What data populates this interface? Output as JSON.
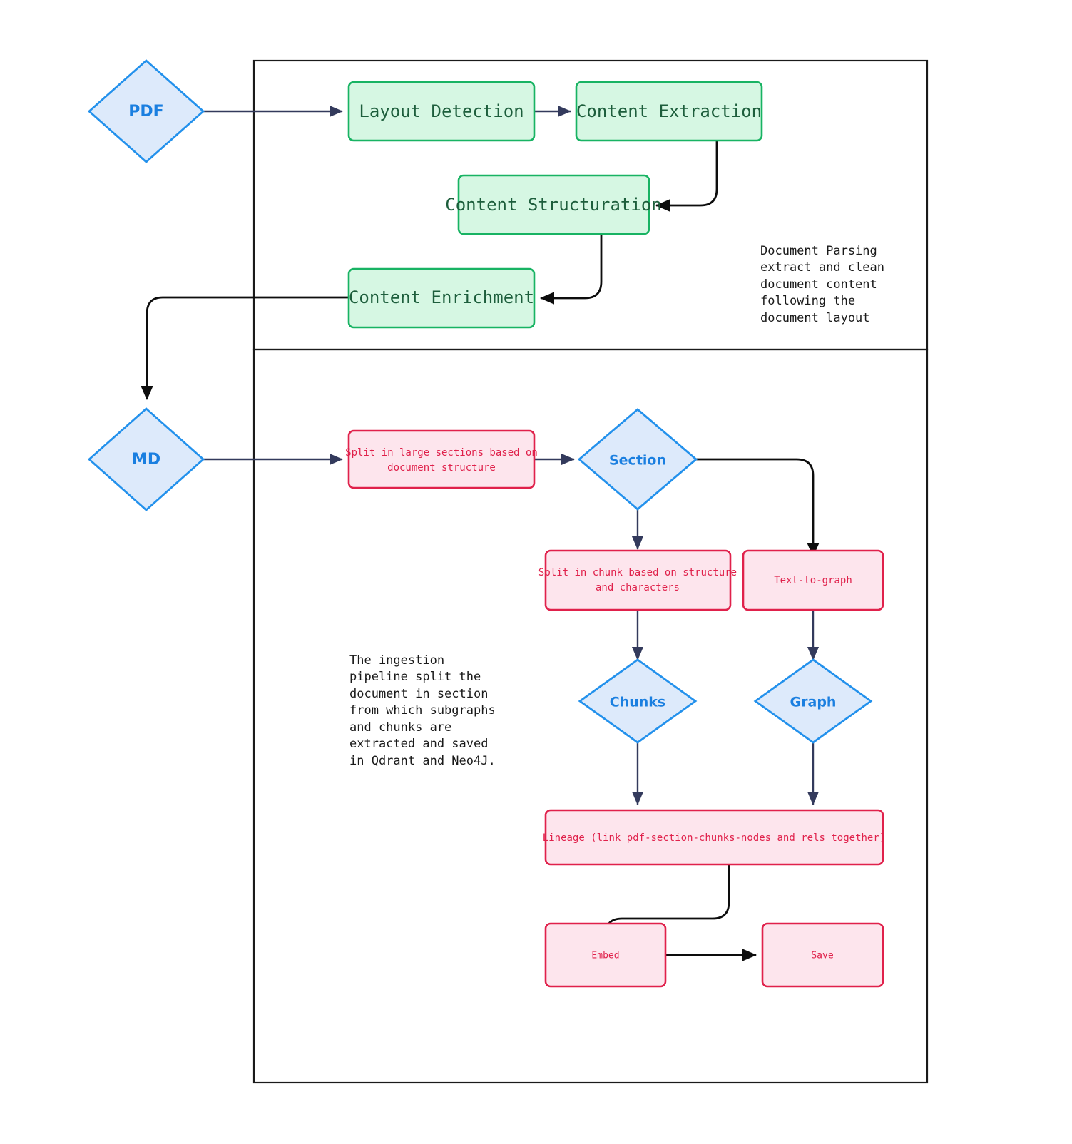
{
  "diagram": {
    "title": "Document ingestion pipeline flowchart",
    "colors": {
      "green_fill": "#d6f7e3",
      "green_stroke": "#18b363",
      "green_text": "#1d5e3c",
      "pink_fill": "#fde5ed",
      "pink_stroke": "#e0214b",
      "pink_text": "#e0214b",
      "diamond_fill": "#ddeafb",
      "diamond_stroke": "#2391ec",
      "diamond_text": "#1a7fe0",
      "edge_navy": "#333a5c",
      "edge_black": "#0d0d0d",
      "container_stroke": "#1a1a1a",
      "background": "#ffffff"
    },
    "containers": [
      {
        "name": "document-parsing-container"
      },
      {
        "name": "ingestion-container"
      }
    ],
    "inputs": {
      "pdf": "PDF",
      "md": "MD"
    },
    "parsing_stage": {
      "layout_detection": "Layout Detection",
      "content_extraction": "Content Extraction",
      "content_structuration": "Content Structuration",
      "content_enrichment": "Content Enrichment",
      "annotation": [
        "Document Parsing",
        "extract and clean",
        "document content",
        "following the",
        "document layout"
      ]
    },
    "ingestion_stage": {
      "split_sections": [
        "Split in large sections based on",
        "document structure"
      ],
      "section": "Section",
      "split_chunks": [
        "Split in chunk based on structure",
        "and characters"
      ],
      "text_to_graph": "Text-to-graph",
      "chunks": "Chunks",
      "graph": "Graph",
      "lineage": "Lineage (link pdf-section-chunks-nodes and rels together)",
      "embed": "Embed",
      "save": "Save",
      "annotation": [
        "The ingestion",
        "pipeline split the",
        "document in section",
        "from which subgraphs",
        "and chunks are",
        "extracted and saved",
        "in Qdrant and Neo4J."
      ]
    }
  }
}
